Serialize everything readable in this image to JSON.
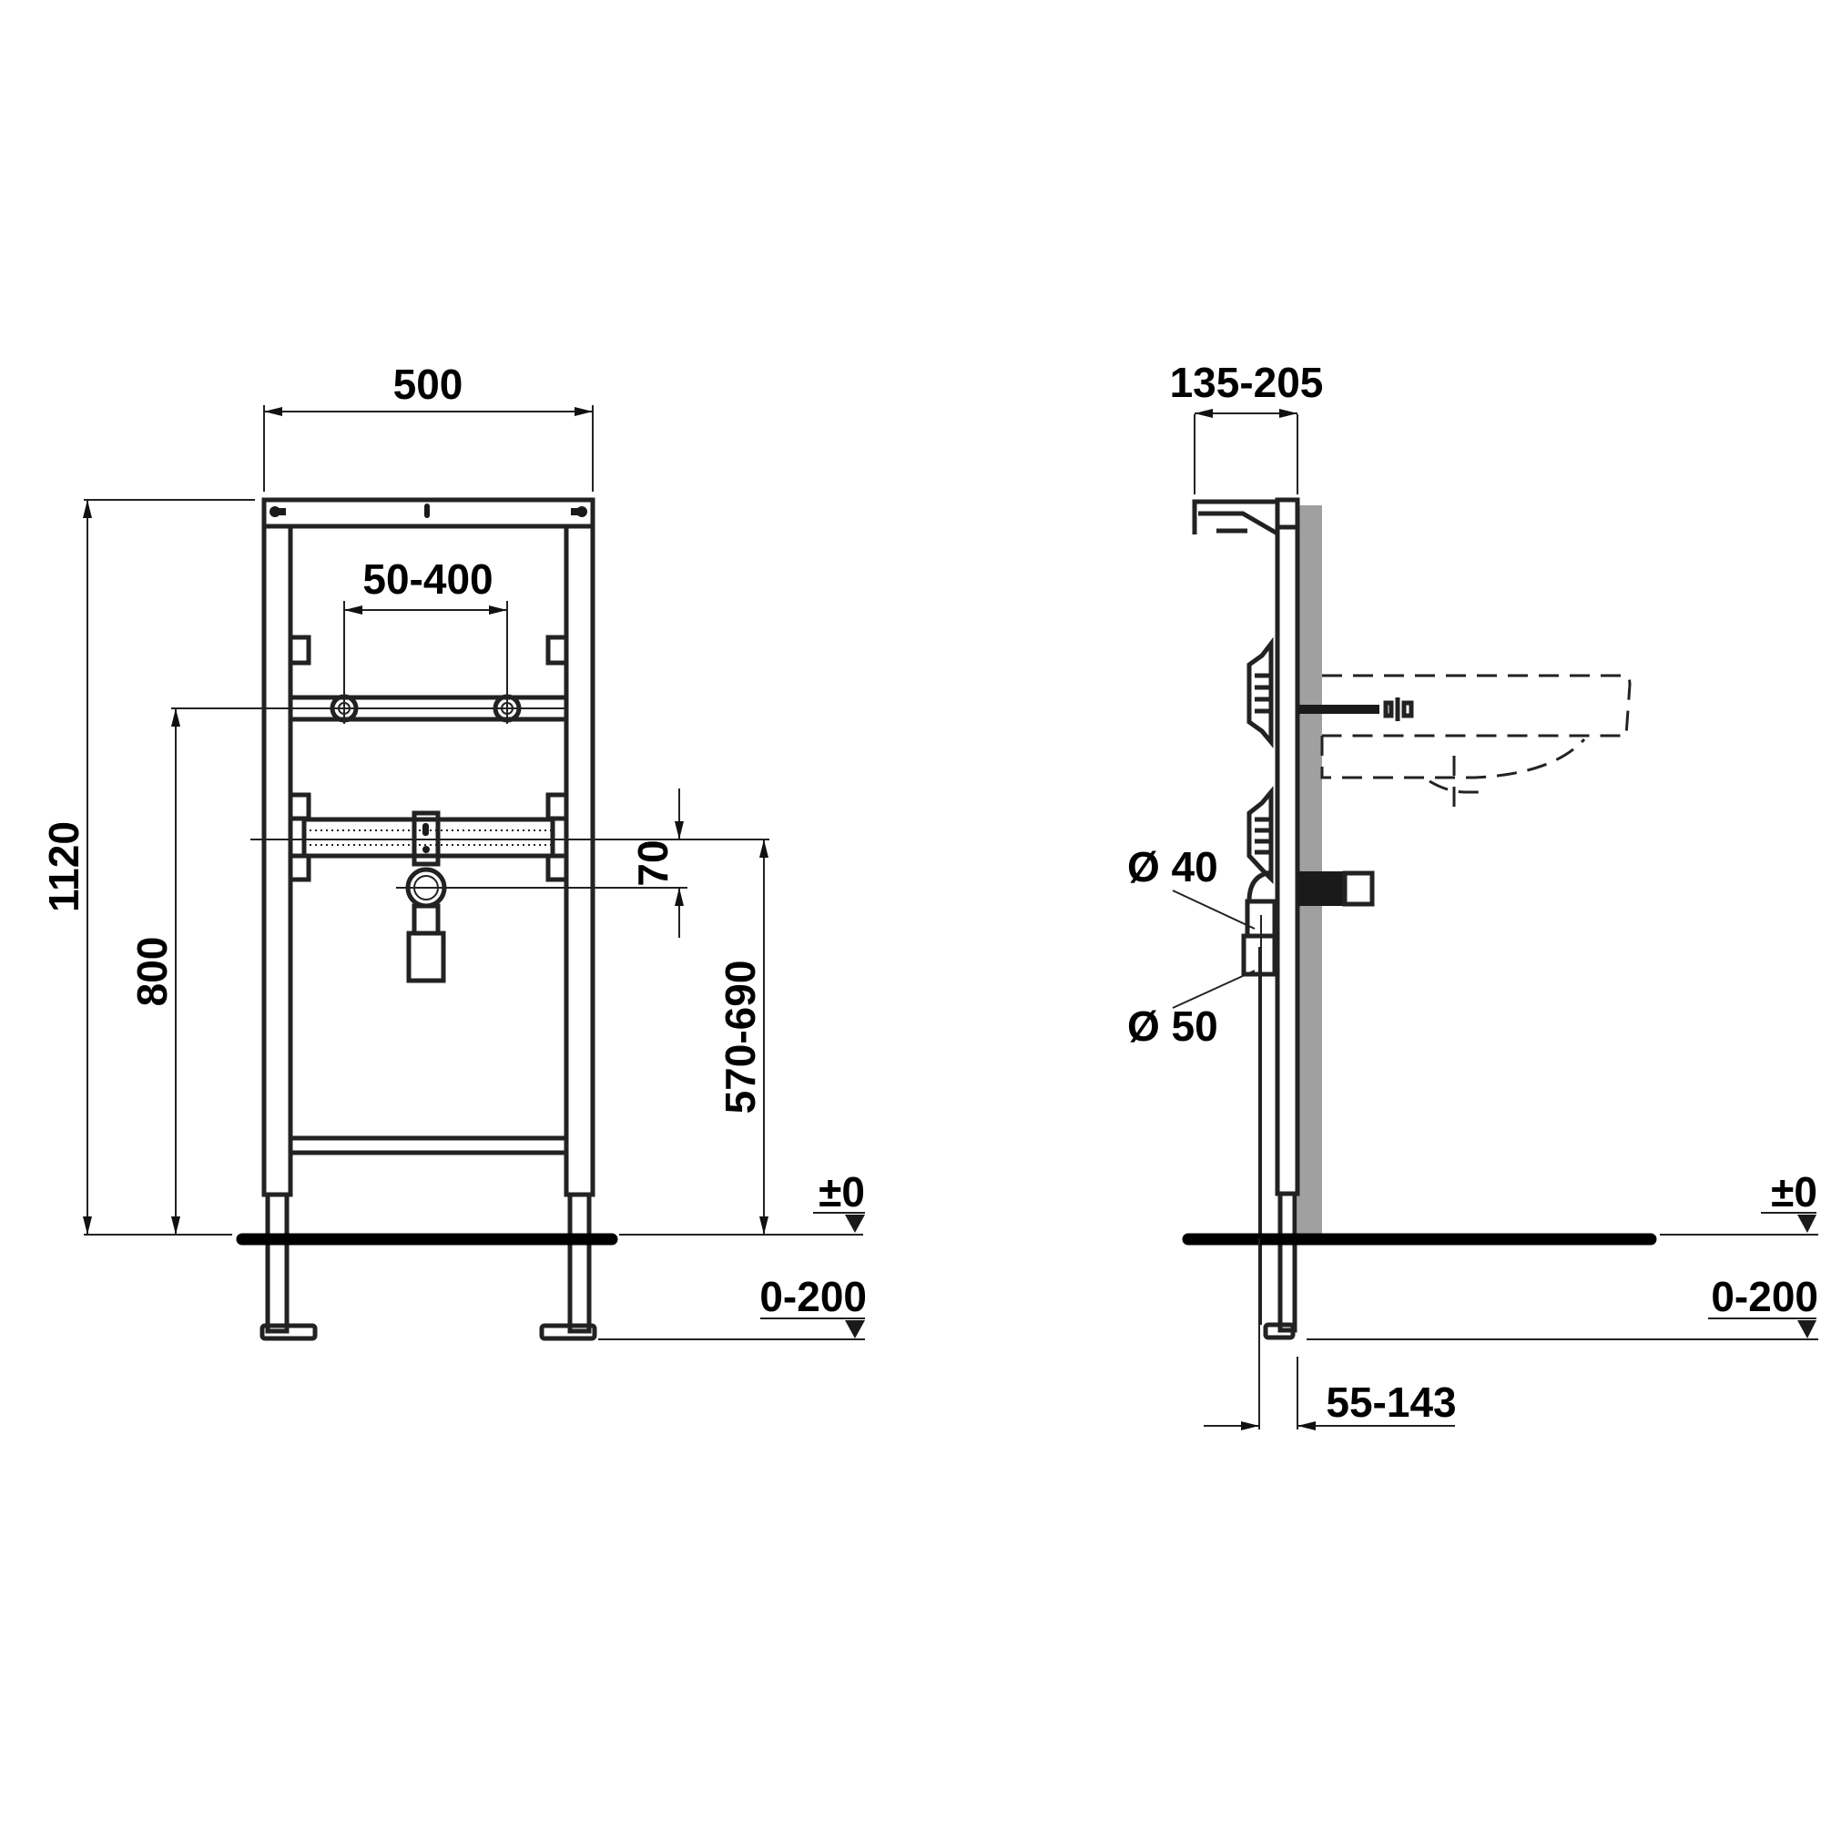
{
  "front_view": {
    "dimensions": {
      "overall_width": "500",
      "supply_spacing": "50-400",
      "overall_height": "1120",
      "supply_height": "800",
      "drain_offset": "70",
      "drain_height": "570-690",
      "floor_level": "±0",
      "leg_adjustment": "0-200"
    }
  },
  "side_view": {
    "dimensions": {
      "depth": "135-205",
      "drain_inlet_diameter": "Ø 40",
      "drain_outlet_diameter": "Ø 50",
      "floor_level": "±0",
      "leg_adjustment": "0-200",
      "foot_offset": "55-143"
    }
  },
  "colors": {
    "line": "#222222",
    "wall": "#a0a0a0",
    "background": "#ffffff"
  }
}
